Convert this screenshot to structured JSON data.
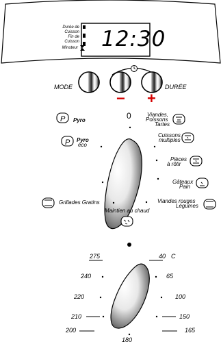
{
  "display": {
    "time": "12:30",
    "labels": [
      "Durée de Cuisson",
      "Fin de Cuisson",
      "Minuteur"
    ]
  },
  "controls": {
    "mode_label": "MODE",
    "duree_label": "DURÉE",
    "minus": "−",
    "plus": "+"
  },
  "mode_dial": {
    "zero": "0",
    "pyro": "Pyro",
    "pyro_eco": [
      "Pyro",
      "éco"
    ],
    "viandes_poissons": [
      "Viandes,",
      "Poissons",
      "Tartes"
    ],
    "cuissons_multiples": [
      "Cuissons",
      "multiples"
    ],
    "pieces_rotir": [
      "Pièces",
      "à rôtir"
    ],
    "gateaux_pain": [
      "Gâteaux",
      "Pain"
    ],
    "grillades": "Grillades Gratins",
    "maintien": "Maintien au chaud",
    "viandes_legumes": [
      "Viandes rouges",
      "Légumes"
    ]
  },
  "temp_dial": {
    "left": [
      "275",
      "240",
      "220",
      "210",
      "200"
    ],
    "bottom": "180",
    "right": [
      "40",
      "65",
      "100",
      "150",
      "165"
    ],
    "unit": "C"
  }
}
